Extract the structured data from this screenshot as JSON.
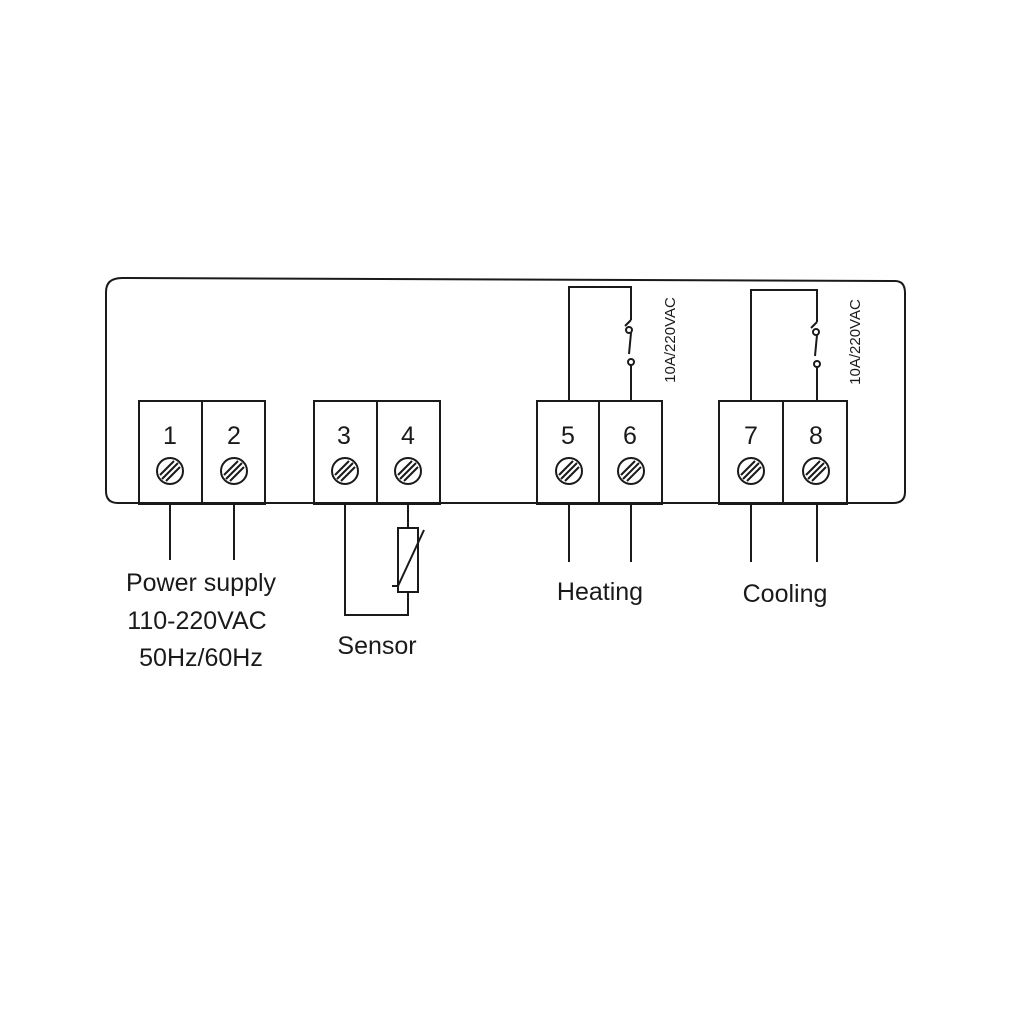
{
  "terminals": [
    {
      "id": "1",
      "label": "1"
    },
    {
      "id": "2",
      "label": "2"
    },
    {
      "id": "3",
      "label": "3"
    },
    {
      "id": "4",
      "label": "4"
    },
    {
      "id": "5",
      "label": "5"
    },
    {
      "id": "6",
      "label": "6"
    },
    {
      "id": "7",
      "label": "7"
    },
    {
      "id": "8",
      "label": "8"
    }
  ],
  "relay_ratings": {
    "heating": "10A/220VAC",
    "cooling": "10A/220VAC"
  },
  "captions": {
    "power_supply_line1": "Power supply",
    "power_supply_line2": "110-220VAC",
    "power_supply_line3": "50Hz/60Hz",
    "sensor": "Sensor",
    "heating": "Heating",
    "cooling": "Cooling"
  },
  "colors": {
    "line": "#1a1a1a",
    "background": "#ffffff"
  }
}
